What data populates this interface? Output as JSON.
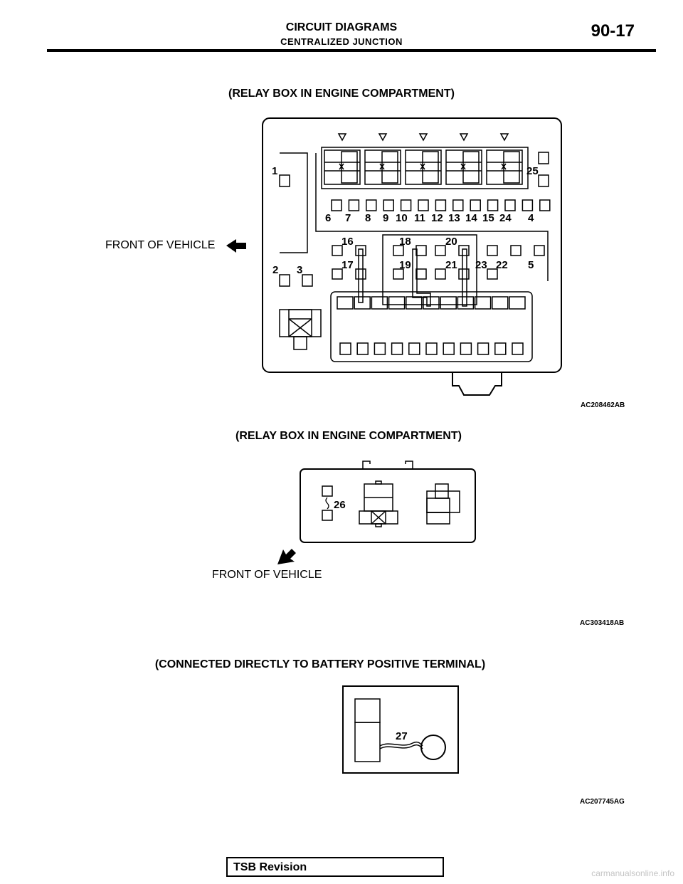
{
  "header": {
    "title": "CIRCUIT DIAGRAMS",
    "subtitle": "CENTRALIZED JUNCTION",
    "page_number": "90-17"
  },
  "figure1": {
    "caption": "(RELAY BOX IN ENGINE COMPARTMENT)",
    "front_label": "FRONT OF VEHICLE",
    "code": "AC208462AB",
    "terminals": [
      "1",
      "25",
      "6",
      "7",
      "8",
      "9",
      "10",
      "11",
      "12",
      "13",
      "14",
      "15",
      "24",
      "4",
      "16",
      "18",
      "20",
      "2",
      "3",
      "17",
      "19",
      "21",
      "23",
      "22",
      "5"
    ]
  },
  "figure2": {
    "caption": "(RELAY BOX IN ENGINE COMPARTMENT)",
    "front_label": "FRONT OF VEHICLE",
    "code": "AC303418AB",
    "terminals": [
      "26"
    ]
  },
  "figure3": {
    "caption": "(CONNECTED DIRECTLY TO BATTERY POSITIVE TERMINAL)",
    "code": "AC207745AG",
    "terminals": [
      "27"
    ]
  },
  "footer": {
    "revision_label": "TSB Revision",
    "watermark": "carmanualsonline.info"
  }
}
